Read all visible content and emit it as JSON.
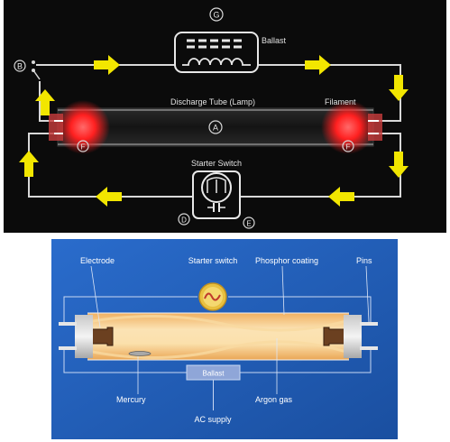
{
  "top_diagram": {
    "marker_g": "G",
    "ballast_label": "Ballast",
    "marker_b": "B",
    "tube_label": "Discharge Tube (Lamp)",
    "filament_label": "Filament",
    "marker_a": "A",
    "marker_f_left": "F",
    "marker_f_right": "F",
    "starter_label": "Starter Switch",
    "marker_d": "D",
    "marker_e": "E",
    "colors": {
      "background": "#0b0b0b",
      "wire": "#d8d8d8",
      "arrow": "#f2e600",
      "glow": "#ff2a2a"
    }
  },
  "bottom_diagram": {
    "electrode_label": "Electrode",
    "starter_label": "Starter switch",
    "phosphor_label": "Phosphor coating",
    "pins_label": "Pins",
    "ballast_label": "Ballast",
    "mercury_label": "Mercury",
    "argon_label": "Argon gas",
    "ac_label": "AC supply",
    "colors": {
      "background": "#1f5fb8",
      "tube": "#f6c87a",
      "ballast_box": "#8fa6d8"
    }
  }
}
